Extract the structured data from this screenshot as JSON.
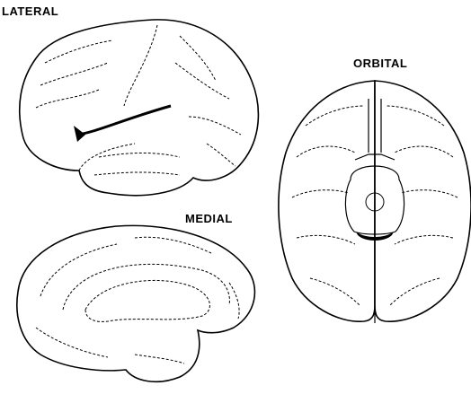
{
  "labels": {
    "lateral": "LATERAL",
    "medial": "MEDIAL",
    "orbital": "ORBITAL"
  }
}
